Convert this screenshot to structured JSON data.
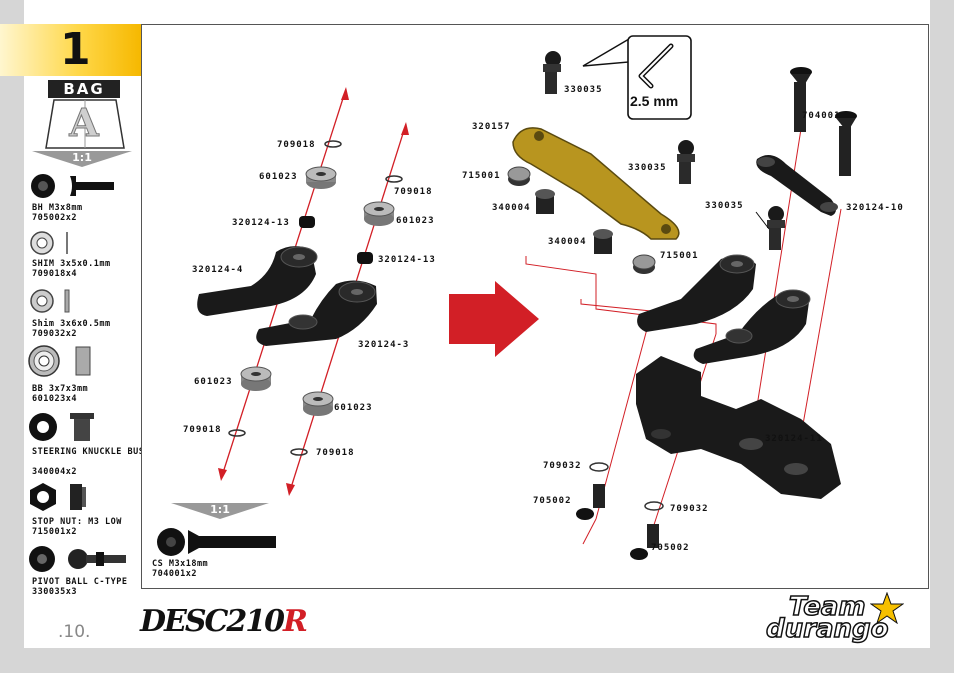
{
  "step": "1",
  "bag": {
    "label": "BAG",
    "letter": "A"
  },
  "scale_top": "1:1",
  "scale_bottom": "1:1",
  "parts_list": [
    {
      "name": "BH M3x8mm",
      "code": "705002x2"
    },
    {
      "name": "SHIM 3x5x0.1mm",
      "code": "709018x4"
    },
    {
      "name": "Shim 3x6x0.5mm",
      "code": "709032x2"
    },
    {
      "name": "BB 3x7x3mm",
      "code": "601023x4"
    },
    {
      "name": "STEERING KNUCKLE BUSHING",
      "code": "340004x2"
    },
    {
      "name": "STOP NUT: M3 LOW",
      "code": "715001x2"
    },
    {
      "name": "PIVOT BALL C-TYPE",
      "code": "330035x3"
    }
  ],
  "extra_part": {
    "name": "CS M3x18mm",
    "code": "704001x2"
  },
  "tool": "2.5 mm",
  "callouts": {
    "l709018a": "709018",
    "l601023a": "601023",
    "l320124_13a": "320124-13",
    "l320124_4": "320124-4",
    "l709018b": "709018",
    "l601023b": "601023",
    "l320124_13b": "320124-13",
    "l320124_3": "320124-3",
    "l601023c": "601023",
    "l709018c": "709018",
    "l601023d": "601023",
    "l709018d": "709018",
    "r330035a": "330035",
    "r320157": "320157",
    "r330035b": "330035",
    "r715001a": "715001",
    "r340004a": "340004",
    "r340004b": "340004",
    "r715001b": "715001",
    "r330035c": "330035",
    "r704001": "704001",
    "r320124_10": "320124-10",
    "r320124_11": "320124-11",
    "r709032a": "709032",
    "r705002a": "705002",
    "r709032b": "709032",
    "r705002b": "705002"
  },
  "page_number": ".10.",
  "logo_desc": {
    "main": "DESC210",
    "accent": "R"
  },
  "logo_team": {
    "line1": "Team",
    "line2": "durango"
  }
}
